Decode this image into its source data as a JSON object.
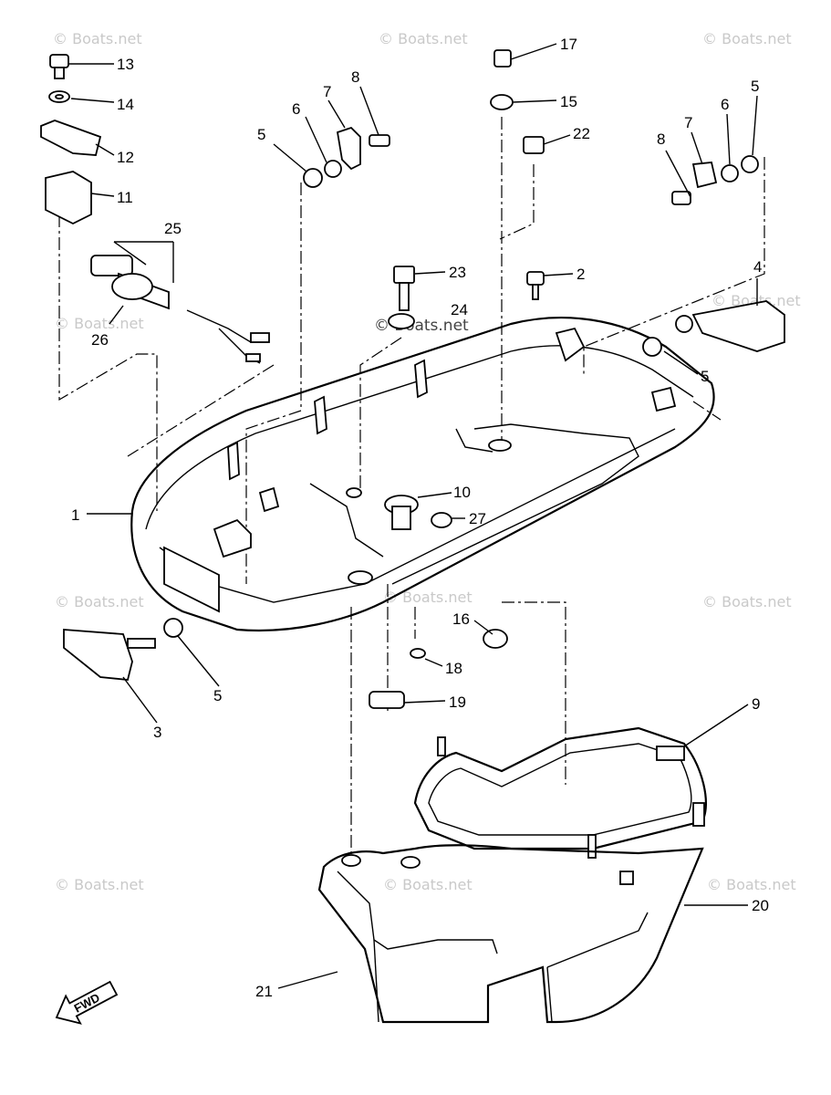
{
  "watermark": "© Boats.net",
  "fwd_arrow": "FWD",
  "labels": {
    "p1": "1",
    "p2": "2",
    "p3": "3",
    "p4": "4",
    "p5a": "5",
    "p5b": "5",
    "p5c": "5",
    "p5d": "5",
    "p6a": "6",
    "p6b": "6",
    "p7a": "7",
    "p7b": "7",
    "p8a": "8",
    "p8b": "8",
    "p9": "9",
    "p10": "10",
    "p11": "11",
    "p12": "12",
    "p13": "13",
    "p14": "14",
    "p15": "15",
    "p16": "16",
    "p17": "17",
    "p18": "18",
    "p19": "19",
    "p20": "20",
    "p21": "21",
    "p22": "22",
    "p23": "23",
    "p24": "24",
    "p25": "25",
    "p26": "26",
    "p27": "27"
  }
}
